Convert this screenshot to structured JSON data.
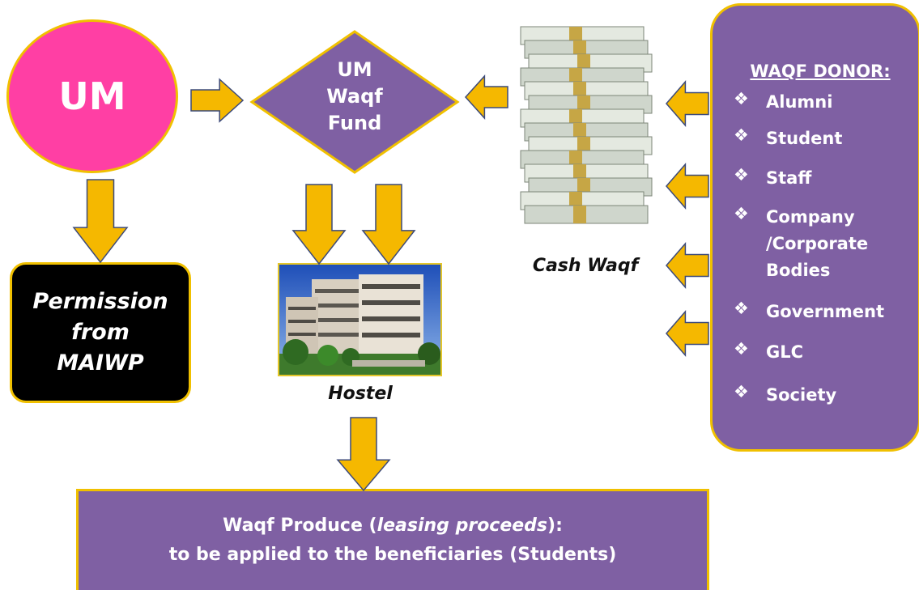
{
  "nodes": {
    "um": "UM",
    "fund": "UM\nWaqf\nFund",
    "permission": "Permission\nfrom\nMAIWP",
    "hostel": "Hostel",
    "cash": "Cash Waqf"
  },
  "donor": {
    "title": "WAQF DONOR:",
    "items": [
      "Alumni",
      "Student",
      "Staff",
      "Company\n/Corporate\nBodies",
      "Government",
      "GLC",
      "Society"
    ]
  },
  "produce": {
    "line1_prefix": "Waqf Produce (",
    "line1_italic": "leasing proceeds",
    "line1_suffix": "):",
    "line2": "to be applied to the beneficiaries (Students)"
  },
  "colors": {
    "purple": "#7f60a3",
    "pink": "#ff3fa4",
    "arrow": "#f5b800",
    "outline": "#f0c000"
  }
}
